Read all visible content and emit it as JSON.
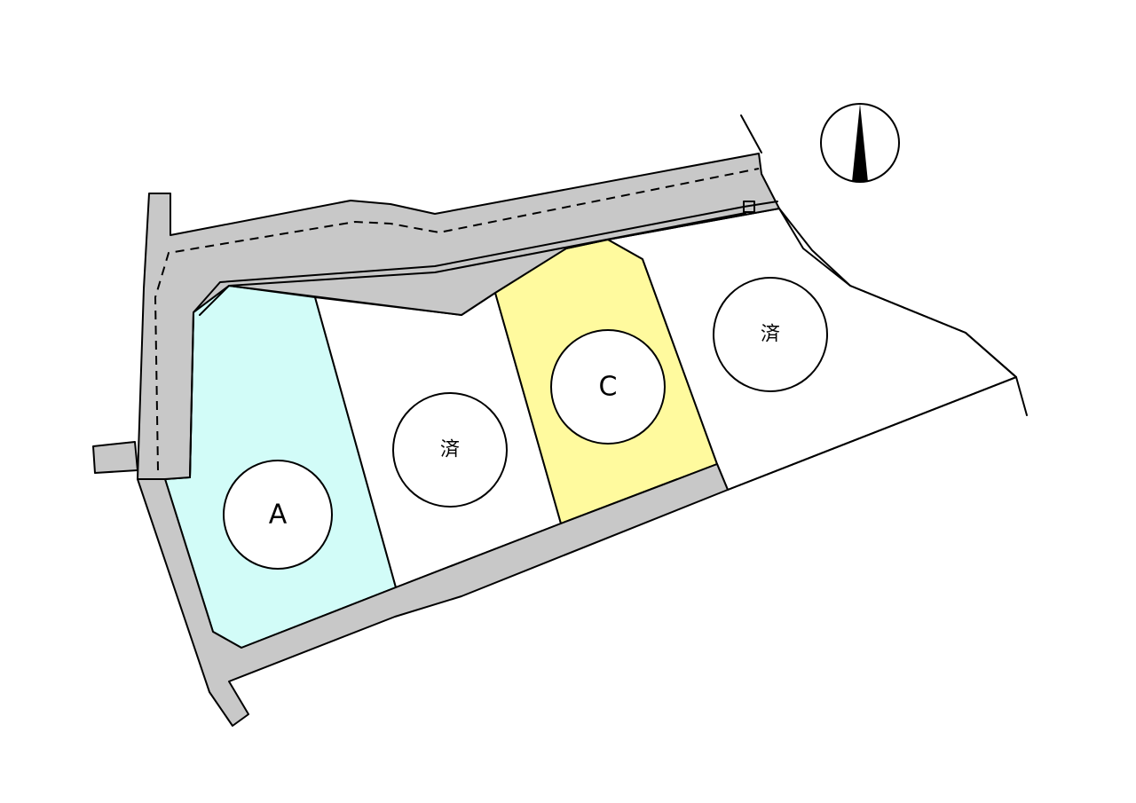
{
  "map": {
    "lots": [
      {
        "id": "A",
        "label": "A",
        "status": "available",
        "color": "#d2fcf8"
      },
      {
        "id": "B",
        "label": "済",
        "status": "sold",
        "color": "#ffffff"
      },
      {
        "id": "C",
        "label": "C",
        "status": "available",
        "color": "#fffa9e"
      },
      {
        "id": "D",
        "label": "済",
        "status": "sold",
        "color": "#ffffff"
      }
    ],
    "road_color": "#c8c8c8",
    "compass": {
      "icon": "north-arrow-icon",
      "direction": "north"
    }
  }
}
